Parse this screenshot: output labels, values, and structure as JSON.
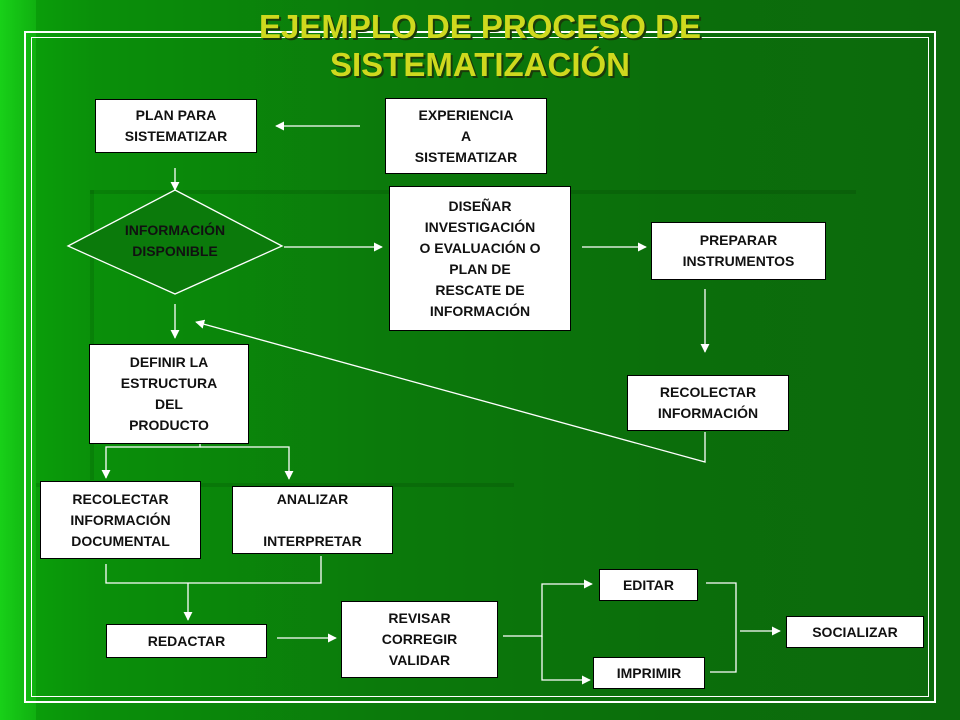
{
  "title": "EJEMPLO DE PROCESO DE\nSISTEMATIZACIÓN",
  "nodes": {
    "plan": "PLAN PARA\nSISTEMATIZAR",
    "experiencia": "EXPERIENCIA\nA\nSISTEMATIZAR",
    "informacion": "INFORMACIÓN\nDISPONIBLE",
    "disenar": "DISEÑAR\nINVESTIGACIÓN\nO EVALUACIÓN O\nPLAN DE\nRESCATE DE\nINFORMACIÓN",
    "preparar": "PREPARAR\nINSTRUMENTOS",
    "definir": "DEFINIR LA\nESTRUCTURA\nDEL\nPRODUCTO",
    "recolectar_info": "RECOLECTAR\nINFORMACIÓN",
    "recolectar_doc": "RECOLECTAR\nINFORMACIÓN\nDOCUMENTAL",
    "analizar": "ANALIZAR\n\nINTERPRETAR",
    "redactar": "REDACTAR",
    "revisar": "REVISAR\nCORREGIR\nVALIDAR",
    "editar": "EDITAR",
    "imprimir": "IMPRIMIR",
    "socializar": "SOCIALIZAR"
  },
  "colors": {
    "title": "#cfd91e",
    "box_fill": "#ffffff",
    "line": "#ffffff"
  }
}
